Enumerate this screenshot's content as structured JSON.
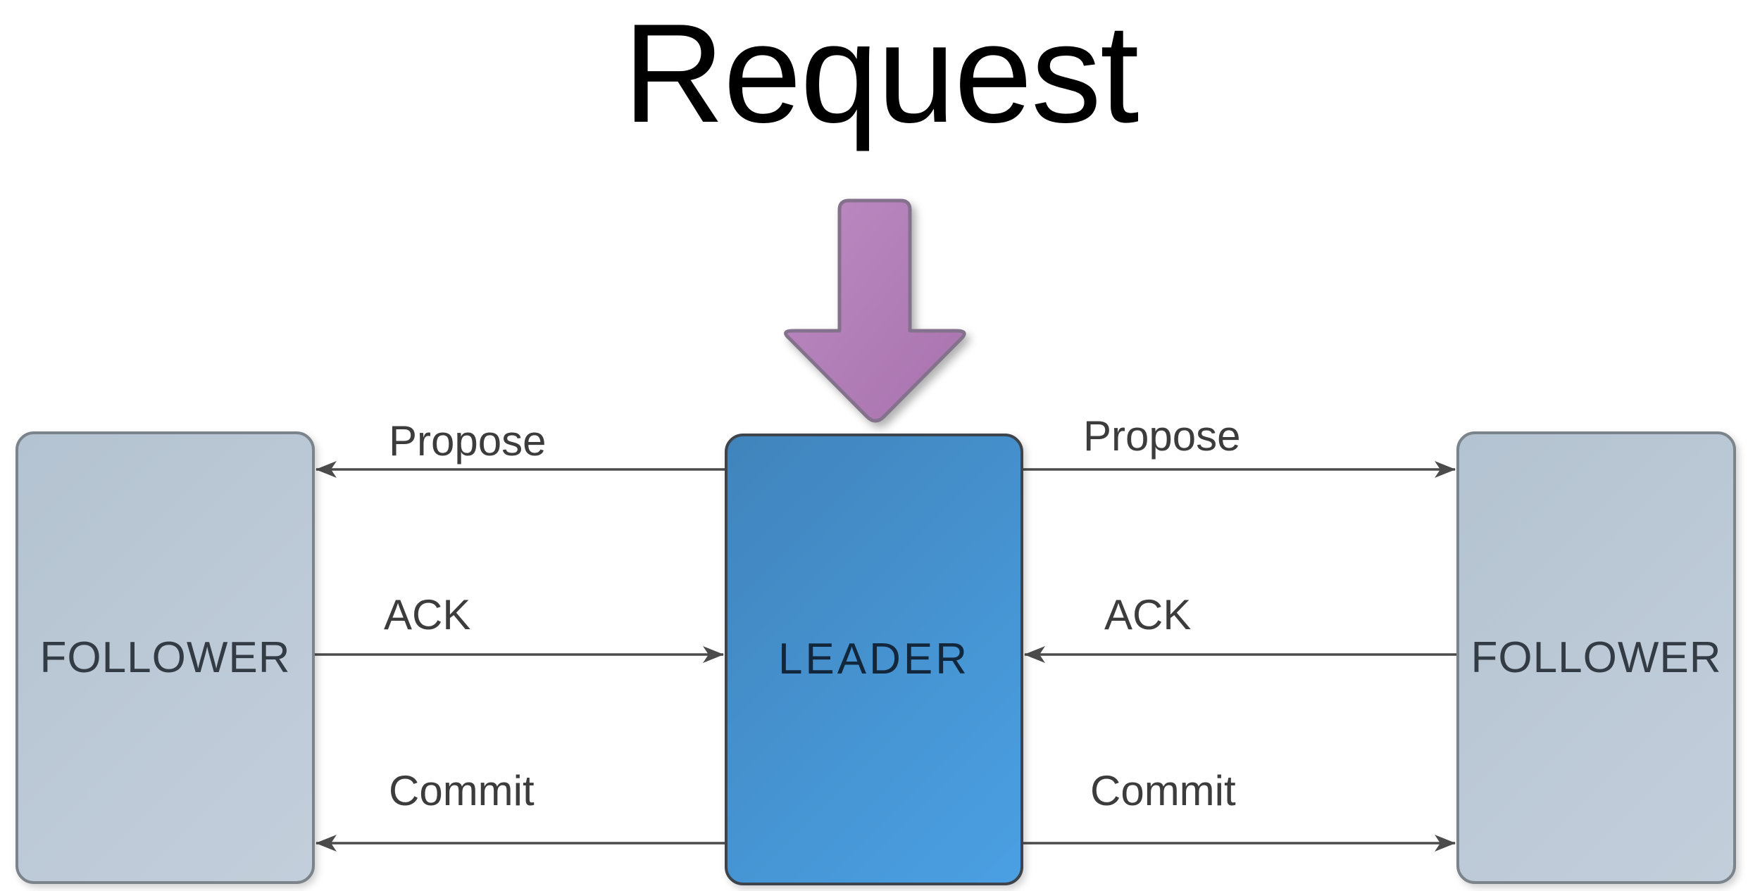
{
  "title": "Request",
  "icons": {
    "request_arrow": "down-arrow-icon"
  },
  "nodes": {
    "leader": {
      "label": "LEADER"
    },
    "follower_left": {
      "label": "FOLLOWER"
    },
    "follower_right": {
      "label": "FOLLOWER"
    }
  },
  "messages": {
    "left": {
      "propose": {
        "label": "Propose",
        "direction": "leader-to-follower"
      },
      "ack": {
        "label": "ACK",
        "direction": "follower-to-leader"
      },
      "commit": {
        "label": "Commit",
        "direction": "leader-to-follower"
      }
    },
    "right": {
      "propose": {
        "label": "Propose",
        "direction": "leader-to-follower"
      },
      "ack": {
        "label": "ACK",
        "direction": "follower-to-leader"
      },
      "commit": {
        "label": "Commit",
        "direction": "leader-to-follower"
      }
    }
  },
  "colors": {
    "bg": "#ffffff",
    "title-color": "#000000",
    "connector": "#4b4b4b",
    "label-color": "#3c3c3c",
    "leader-fill-a": "#4184bc",
    "leader-fill-b": "#4aa0e3",
    "leader-border": "#3d444b",
    "leader-text": "#12273b",
    "follower-fill-a": "#b4c3d1",
    "follower-fill-b": "#c3cedb",
    "follower-border": "#7b838b",
    "follower-text": "#333b44",
    "purple-a": "#bd8ac2",
    "purple-b": "#a873ae",
    "purple-border": "#84718c"
  }
}
